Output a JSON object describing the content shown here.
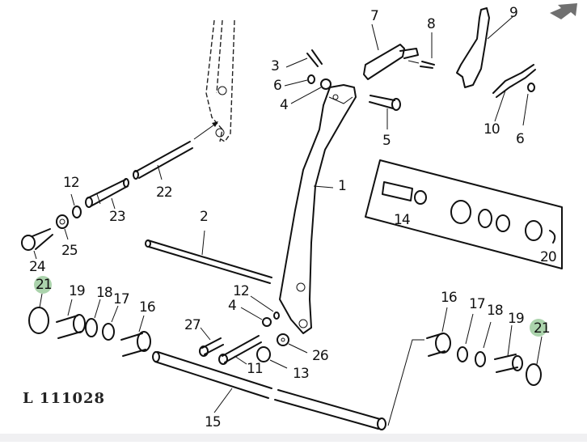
{
  "diagram": {
    "type": "exploded-parts-diagram",
    "reference_code": "L 111028",
    "highlight_color": "#9ccb9e",
    "highlighted_callouts": [
      "21"
    ],
    "corner_icon": "arrow-up-right-icon",
    "callouts": {
      "c1": "1",
      "c2": "2",
      "c3": "3",
      "c4a": "4",
      "c4b": "4",
      "c5": "5",
      "c6a": "6",
      "c6b": "6",
      "c7": "7",
      "c8": "8",
      "c9": "9",
      "c10": "10",
      "c11": "11",
      "c12a": "12",
      "c12b": "12",
      "c13": "13",
      "c14": "14",
      "c15": "15",
      "c16a": "16",
      "c16b": "16",
      "c17a": "17",
      "c17b": "17",
      "c18a": "18",
      "c18b": "18",
      "c19a": "19",
      "c19b": "19",
      "c20": "20",
      "c21a": "21",
      "c21b": "21",
      "c22": "22",
      "c23": "23",
      "c24": "24",
      "c25": "25",
      "c26": "26",
      "c27": "27"
    }
  }
}
